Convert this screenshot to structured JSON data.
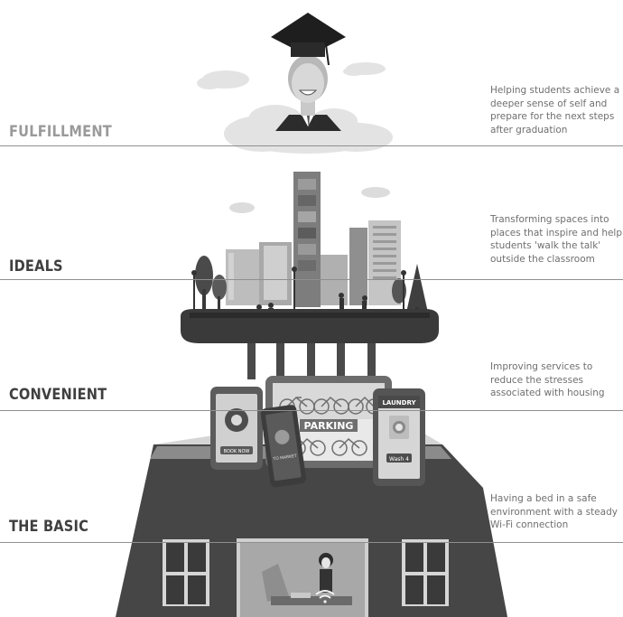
{
  "tiers": [
    {
      "label": "FULFILLMENT",
      "description": "Helping students achieve a deeper sense of self and prepare for the next steps after graduation"
    },
    {
      "label": "IDEALS",
      "description": "Transforming spaces into places that inspire and help students 'walk the talk' outside the classroom"
    },
    {
      "label": "CONVENIENT",
      "description": "Improving services to reduce the stresses associated with housing"
    },
    {
      "label": "THE BASIC",
      "description": "Having a bed in a safe environment with a steady Wi-Fi connection"
    }
  ],
  "illustration": {
    "parking_sign": "PARKING",
    "laundry_sign": "LAUNDRY",
    "laundry_button": "Wash 4",
    "phone_left_button": "BOOK NOW",
    "phone_middle_button": "TO MARKET"
  },
  "icons": [
    "graduation-cap-icon",
    "wifi-icon",
    "bicycle-icon",
    "washing-machine-icon"
  ]
}
